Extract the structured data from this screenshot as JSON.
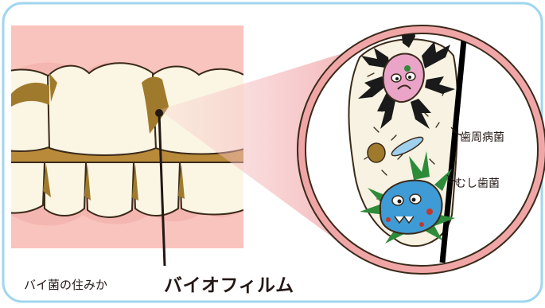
{
  "colors": {
    "frame": "#9fd6ee",
    "gum": "#f4b6b0",
    "gum_light": "#fbd3cc",
    "tooth": "#fbf5e3",
    "plaque": "#a07a2c",
    "magnifier_ring": "#e99a98",
    "periodontal_bacteria": "#e9a4c8",
    "cavity_bacteria": "#3e9bd6",
    "spikes": "#2e8b3a",
    "text": "#231815"
  },
  "labels": {
    "periodontal": "歯周病菌",
    "cavity": "むし歯菌"
  },
  "caption": {
    "small": "バイ菌の住みか",
    "big": "バイオフィルム"
  }
}
